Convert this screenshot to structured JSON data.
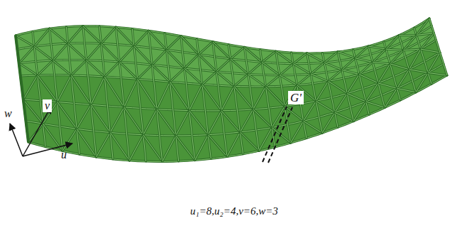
{
  "diagram": {
    "labels": [
      "G'",
      "w",
      "v",
      "u",
      "u₁=8,u₂=4,v=6,w=3"
    ]
  }
}
